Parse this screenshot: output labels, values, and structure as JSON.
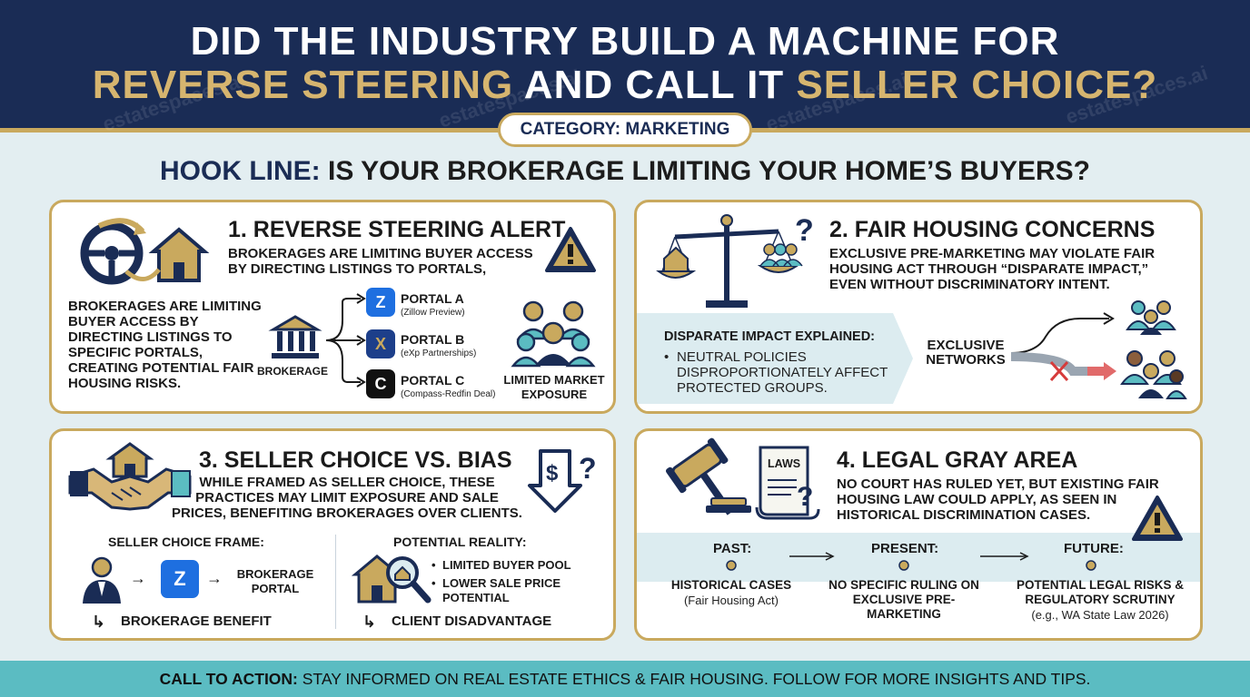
{
  "header": {
    "line1": "DID THE INDUSTRY BUILD A MACHINE FOR",
    "line2_a": "REVERSE STEERING",
    "line2_b": "AND CALL IT",
    "line2_c": "SELLER CHOICE?",
    "watermark": "estatespaces.ai"
  },
  "category": "CATEGORY: MARKETING",
  "hook": {
    "label": "HOOK LINE:",
    "text": "IS YOUR BROKERAGE LIMITING YOUR HOME’S BUYERS?"
  },
  "panel1": {
    "title": "1. REVERSE STEERING ALERT",
    "subtitle": "BROKERAGES ARE LIMITING BUYER ACCESS BY DIRECTING LISTINGS TO PORTALS,",
    "body": "BROKERAGES ARE LIMITING BUYER ACCESS BY DIRECTING LISTINGS TO SPECIFIC PORTALS, CREATING POTENTIAL FAIR HOUSING RISKS.",
    "brokerage_label": "BROKERAGE",
    "portals": [
      {
        "name": "PORTAL A",
        "note": "(Zillow Preview)",
        "color": "#1e6fe0"
      },
      {
        "name": "PORTAL B",
        "note": "(eXp Partnerships)",
        "color": "#1d3f8a"
      },
      {
        "name": "PORTAL C",
        "note": "(Compass-Redfin Deal)",
        "color": "#111111"
      }
    ],
    "exposure_label": "LIMITED MARKET EXPOSURE"
  },
  "panel2": {
    "title": "2. FAIR HOUSING CONCERNS",
    "subtitle": "EXCLUSIVE PRE-MARKETING MAY VIOLATE FAIR HOUSING ACT THROUGH “DISPARATE IMPACT,” EVEN WITHOUT DISCRIMINATORY INTENT.",
    "explained_title": "DISPARATE IMPACT EXPLAINED:",
    "explained_bullet": "NEUTRAL POLICIES DISPROPORTIONATELY AFFECT PROTECTED GROUPS.",
    "networks_label": "EXCLUSIVE NETWORKS"
  },
  "panel3": {
    "title": "3. SELLER CHOICE VS. BIAS",
    "body_a": "WHILE FRAMED AS ",
    "body_b": "SELLER CHOICE",
    "body_c": ", THESE PRACTICES ",
    "body_d": "MAY LIMIT EXPOSURE",
    "body_e": " AND ",
    "body_f": "SALE PRICES",
    "body_g": ", BENEFITING BROKERAGES OVER CLIENTS.",
    "frame_title": "SELLER CHOICE FRAME:",
    "frame_target": "BROKERAGE PORTAL",
    "frame_result": "BROKERAGE BENEFIT",
    "reality_title": "POTENTIAL REALITY:",
    "reality_items": [
      "LIMITED BUYER POOL",
      "LOWER SALE PRICE POTENTIAL"
    ],
    "reality_result": "CLIENT DISADVANTAGE"
  },
  "panel4": {
    "title": "4. LEGAL GRAY AREA",
    "laws_label": "LAWS",
    "body_a": "NO COURT HAS RULED YET, BUT ",
    "body_b": "EXISTING FAIR HOUSING LAW",
    "body_c": " COULD APPLY, AS SEEN IN ",
    "body_d": "HISTORICAL DISCRIMINATION CASES.",
    "timeline": [
      {
        "label": "PAST:",
        "text": "HISTORICAL CASES",
        "note": "(Fair Housing Act)"
      },
      {
        "label": "PRESENT:",
        "text": "NO SPECIFIC RULING ON EXCLUSIVE PRE-MARKETING",
        "note": ""
      },
      {
        "label": "FUTURE:",
        "text": "POTENTIAL LEGAL RISKS & REGULATORY SCRUTINY",
        "note": "(e.g., WA State Law 2026)"
      }
    ]
  },
  "cta": {
    "label": "CALL TO ACTION:",
    "text": " STAY INFORMED ON REAL ESTATE ETHICS & FAIR HOUSING. FOLLOW FOR MORE INSIGHTS AND TIPS."
  },
  "colors": {
    "navy": "#1a2c55",
    "gold": "#c9a95e",
    "teal": "#5bbcc2",
    "panel_band": "#dcecf0"
  }
}
